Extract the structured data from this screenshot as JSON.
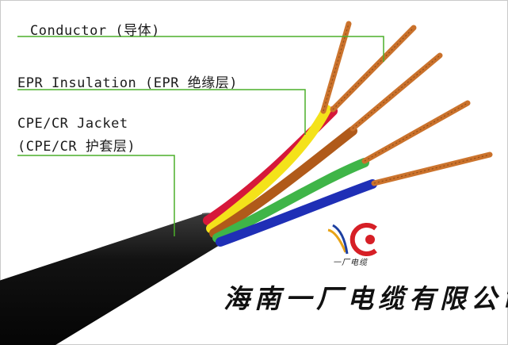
{
  "labels": {
    "conductor": "Conductor (导体)",
    "insulation": "EPR Insulation (EPR 绝缘层)",
    "jacket_line1": "CPE/CR Jacket",
    "jacket_line2": "(CPE/CR 护套层)"
  },
  "logo": {
    "text": "一厂电缆"
  },
  "company": {
    "name": "海南一厂电缆有限公司"
  },
  "colors": {
    "leader_line": "#4caf2a",
    "jacket": "#0e0e0e",
    "core_red": "#d6183a",
    "core_yellow": "#f4e21a",
    "core_brown": "#b05a1a",
    "core_green": "#3fb548",
    "core_blue": "#1f2fb6",
    "copper": "#d88a3a"
  },
  "icons": [
    "company-logo-icon"
  ]
}
